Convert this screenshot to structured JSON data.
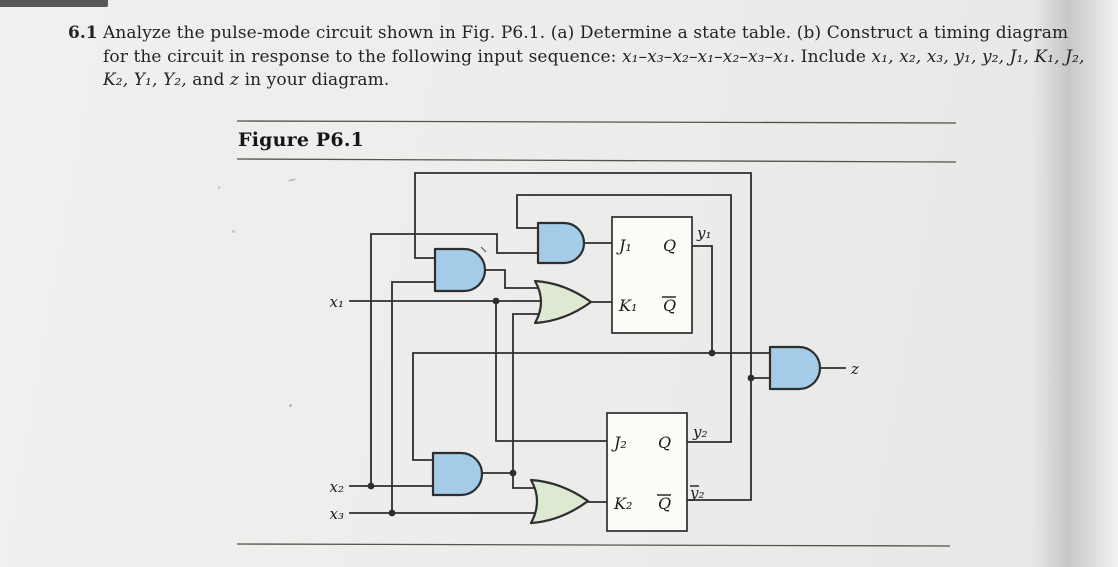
{
  "colors": {
    "gate_and_fill": "#a4cce9",
    "gate_or_fill": "#dde9d0",
    "wire": "#2e2e2e",
    "ink": "#232323"
  },
  "problem": {
    "number": "6.1",
    "line1": "Analyze the pulse-mode circuit shown in Fig. P6.1. (a) Determine a state table. (b) Construct a timing diagram",
    "line2_plain1": "for the circuit in response to the following input sequence: ",
    "line2_math1": "x₁–x₃–x₂–x₁–x₂–x₃–x₁",
    "line2_plain2": ". Include ",
    "line2_math2": "x₁, x₂, x₃, y₁, y₂, J₁, K₁, J₂,",
    "line3_math1": "K₂, Y₁, Y₂,",
    "line3_plain1": " and ",
    "line3_math2": "z",
    "line3_plain2": " in your diagram."
  },
  "figure": {
    "title": "Figure P6.1"
  },
  "circuit": {
    "inputs": {
      "x1": "x₁",
      "x2": "x₂",
      "x3": "x₃"
    },
    "output_z": "z",
    "ff1": {
      "j": "J₁",
      "q": "Q",
      "k": "K₁",
      "qbar": "Q",
      "y_out": "y₁"
    },
    "ff2": {
      "j": "J₂",
      "q": "Q",
      "k": "K₂",
      "qbar": "Q",
      "y_out": "y₂",
      "ybar_out": "y₂"
    }
  }
}
